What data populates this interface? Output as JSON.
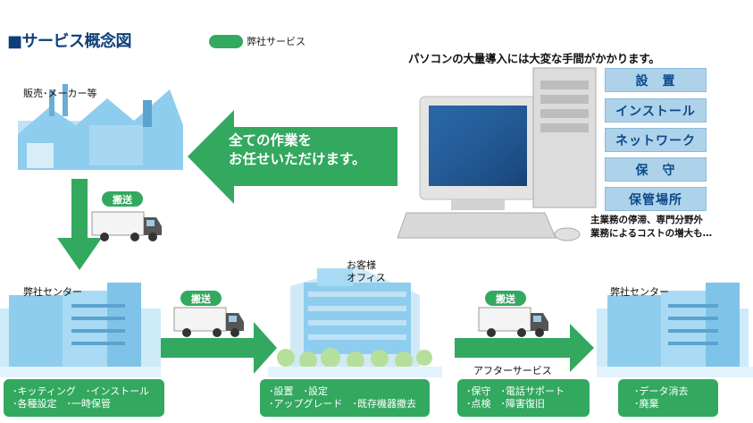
{
  "title": "■サービス概念図",
  "legend": {
    "label": "弊社サービス",
    "color": "#33a85f"
  },
  "headline": "パソコンの大量導入には大変な手間がかかります。",
  "tasks": [
    "設　置",
    "インストール",
    "ネットワーク",
    "保　守",
    "保管場所"
  ],
  "burden": [
    "主業務の停滞、専門分野外",
    "業務によるコストの増大も…"
  ],
  "big_arrow": {
    "line1": "全ての作業を",
    "line2": "お任せいただけます。"
  },
  "nodes": {
    "maker": "販売･メーカー等",
    "center_left": "弊社センター",
    "customer": [
      "お客様",
      "オフィス"
    ],
    "center_right": "弊社センター",
    "after_service": "アフターサービス"
  },
  "carry_label": "搬送",
  "services": {
    "center_left": [
      "･キッティング　･インストール",
      "･各種設定　･一時保管"
    ],
    "customer": [
      "･設置　･設定",
      "･アップグレード　･既存機器撤去"
    ],
    "after": [
      "･保守　･電話サポート",
      "･点検　･障害復旧"
    ],
    "center_right": [
      "･データ消去",
      "･廃棄"
    ]
  },
  "colors": {
    "green": "#33a85f",
    "navy": "#0e3f79",
    "task_bg": "#aed2ea",
    "building": "#7fc3e8"
  }
}
